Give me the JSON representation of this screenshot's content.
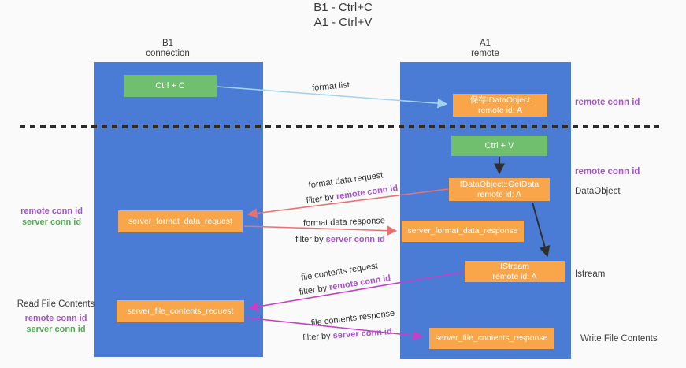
{
  "title": {
    "line1": "B1 - Ctrl+C",
    "line2": "A1 - Ctrl+V"
  },
  "columns": {
    "left": {
      "name": "B1",
      "role": "connection"
    },
    "right": {
      "name": "A1",
      "role": "remote"
    }
  },
  "nodes": {
    "ctrl_c": "Ctrl + C",
    "save_dataobject": {
      "line1": "保存IDataObject",
      "line2": "remote id: A"
    },
    "ctrl_v": "Ctrl + V",
    "getdata": {
      "line1": "IDataObject::GetData",
      "line2": "remote id: A"
    },
    "format_request": "server_format_data_request",
    "format_response": "server_format_data_response",
    "istream": {
      "line1": "IStream",
      "line2": "remote id: A"
    },
    "file_request": "server_file_contents_request",
    "file_response": "server_file_contents_response"
  },
  "side_labels": {
    "remote_conn_id_top": "remote conn id",
    "remote_conn_id_mid": "remote conn id",
    "dataobject": "DataObject",
    "istream": "Istream",
    "write_file_contents": "Write File Contents",
    "read_file_contents": "Read File Contents",
    "legend_top": {
      "remote": "remote conn id",
      "server": "server conn id"
    },
    "legend_bottom": {
      "remote": "remote conn id",
      "server": "server conn id"
    }
  },
  "flow_labels": {
    "format_list": "format list",
    "format_request": {
      "text": "format data request",
      "filter_prefix": "filter by ",
      "filter_id": "remote conn id"
    },
    "format_response": {
      "text": "format data response",
      "filter_prefix": "filter by ",
      "filter_id": "server conn id"
    },
    "file_request": {
      "text": "file contents request",
      "filter_prefix": "filter by ",
      "filter_id": "remote conn id"
    },
    "file_response": {
      "text": "file contents response",
      "filter_prefix": "filter by ",
      "filter_id": "server conn id"
    }
  },
  "colors": {
    "column_blue": "#4a7cd5",
    "box_green": "#70bf6e",
    "box_orange": "#f9a64a",
    "label_purple": "#a653cb",
    "label_green": "#54ad54",
    "arrow_red": "#e87272",
    "arrow_magenta": "#c63fc6",
    "arrow_light_blue": "#a5d2f2",
    "dashed_line": "#2b2b2b"
  }
}
